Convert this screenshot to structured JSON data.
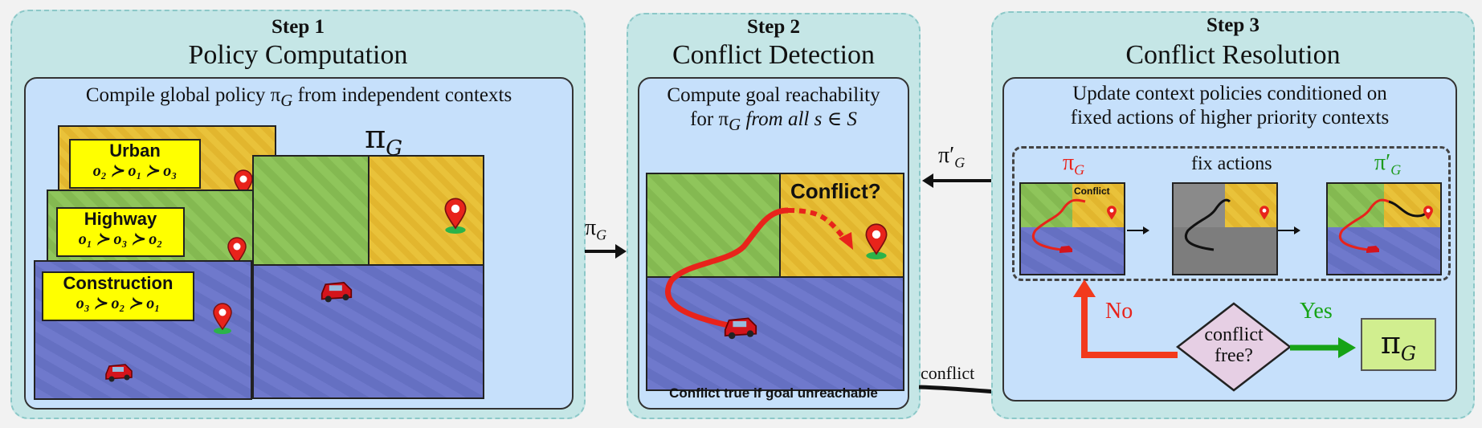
{
  "step1": {
    "label": "Step 1",
    "title": "Policy Computation",
    "caption_prefix": "Compile global policy π",
    "caption_sub": "G",
    "caption_suffix": " from independent contexts",
    "cards": [
      {
        "name": "Urban",
        "order": "o₂ ≻ o₁ ≻ o₃"
      },
      {
        "name": "Highway",
        "order": "o₁ ≻ o₃ ≻ o₂"
      },
      {
        "name": "Construction",
        "order": "o₃ ≻ o₂ ≻ o₁"
      }
    ],
    "global_map_label": "π",
    "global_map_sub": "G"
  },
  "step2": {
    "label": "Step 2",
    "title": "Conflict Detection",
    "caption_line1": "Compute goal reachability",
    "caption_line2_prefix": "for π",
    "caption_line2_sub": "G",
    "caption_line2_suffix": " from all s ∈ S",
    "conflict_query": "Conflict?",
    "footer": "Conflict true if goal unreachable"
  },
  "step3": {
    "label": "Step 3",
    "title": "Conflict Resolution",
    "caption_line1": "Update context policies conditioned on",
    "caption_line2": "fixed actions of higher priority contexts",
    "mini_labels": {
      "left": "π",
      "left_sub": "G",
      "middle": "fix actions",
      "right": "π′",
      "right_sub": "G"
    },
    "mini_conflict": "Conflict",
    "decision": {
      "line1": "conflict",
      "line2": "free?"
    },
    "no_label": "No",
    "yes_label": "Yes",
    "result_label": "π",
    "result_sub": "G"
  },
  "arrows": {
    "pi_g": "π",
    "pi_g_sub": "G",
    "pi_g_prime": "π′",
    "pi_g_prime_sub": "G",
    "conflict": "conflict"
  },
  "colors": {
    "red_path": "#e8231b",
    "green": "#1d9a1d",
    "yes_green": "#16a316",
    "urban": "#e9c23a",
    "highway": "#8fc55b",
    "construction": "#6f79cc"
  }
}
